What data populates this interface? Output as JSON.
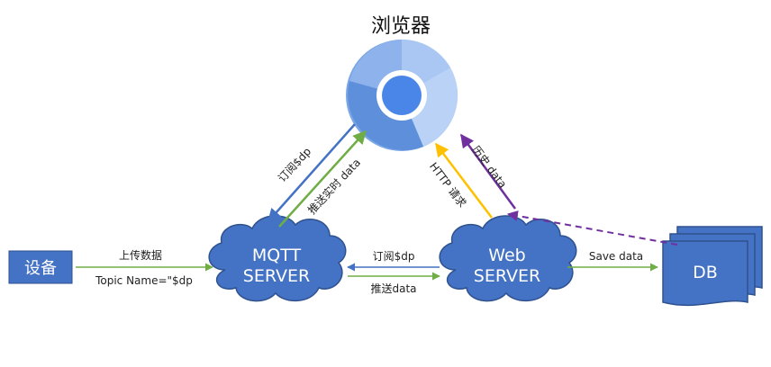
{
  "browser": {
    "title": "浏览器",
    "icon": "chrome-browser-icon"
  },
  "device": {
    "label": "设备"
  },
  "mqtt_server": {
    "line1": "MQTT",
    "line2": "SERVER"
  },
  "web_server": {
    "line1": "Web",
    "line2": "SERVER"
  },
  "db": {
    "label": "DB"
  },
  "edges": {
    "upload_data": "上传数据",
    "topic_name": "Topic Name=\"$dp",
    "mqtt_subscribe": "订阅$dp",
    "mqtt_push": "推送data",
    "browser_subscribe": "订阅$dp",
    "browser_push_realtime": "推送实时 data",
    "http_request": "HTTP 请求",
    "history_data": "历史 data",
    "save_data": "Save data"
  },
  "colors": {
    "node_fill": "#4472c4",
    "node_stroke": "#2f528f",
    "arrow_green": "#70ad47",
    "arrow_blue": "#4472c4",
    "arrow_yellow": "#ffc000",
    "arrow_purple": "#7030a0"
  }
}
